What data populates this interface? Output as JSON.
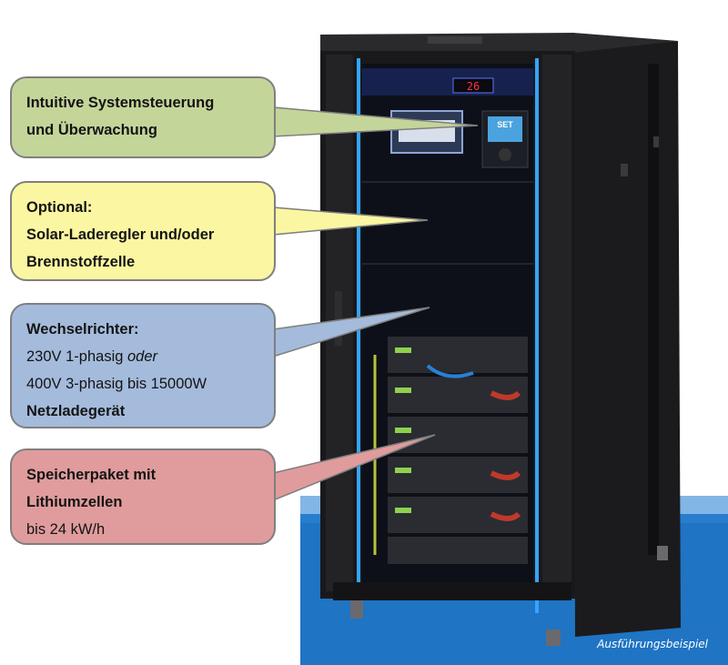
{
  "callouts": {
    "control": {
      "title_line1": "Intuitive Systemsteuerung",
      "title_line2": "und Überwachung",
      "color": "#c4d59a"
    },
    "optional": {
      "title_line1": "Optional:",
      "title_line2": "Solar-Laderegler und/oder",
      "title_line3": "Brennstoffzelle",
      "color": "#fbf6a1"
    },
    "inverter": {
      "title": "Wechselrichter:",
      "line1_prefix": "230V 1-phasig ",
      "line1_italic": "oder",
      "line2": "400V 3-phasig bis 15000W",
      "line3": "Netzladegerät",
      "color": "#a4bbdb"
    },
    "storage": {
      "title_line1": "Speicherpaket mit",
      "title_line2": "Lithiumzellen",
      "line": "bis 24 kW/h",
      "color": "#e09c9c"
    }
  },
  "display": {
    "temperature": "26",
    "controller_screen": "SET"
  },
  "caption": "Ausführungsbeispiel"
}
